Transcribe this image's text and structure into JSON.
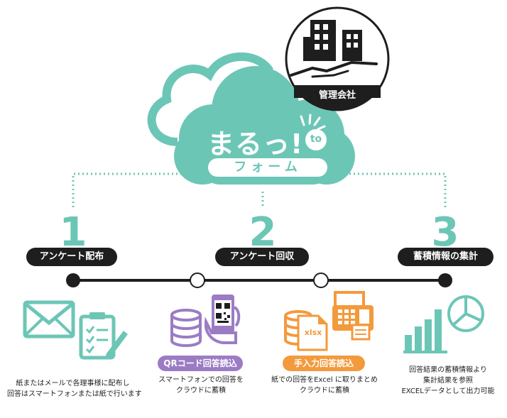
{
  "brand": {
    "logo_main": "まるっ!",
    "logo_to": "to",
    "logo_sub": "フォーム"
  },
  "company": {
    "label": "管理会社"
  },
  "steps": [
    {
      "number": "1",
      "title": "アンケート配布",
      "desc_lines": [
        "紙またはメールで各理事様に配布し",
        "回答はスマートフォンまたは紙で行います"
      ]
    },
    {
      "number": "2",
      "title": "アンケート回収"
    },
    {
      "number": "3",
      "title": "蓄積情報の集計",
      "desc_lines": [
        "回答結果の蓄積情報より",
        "集計結果を参照",
        "EXCELデータとして出力可能"
      ]
    }
  ],
  "methods": [
    {
      "tag": "QRコード回答読込",
      "tag_color": "#9b7cc4",
      "desc_lines": [
        "スマートフォンでの回答を",
        "クラウドに蓄積"
      ]
    },
    {
      "tag": "手入力回答読込",
      "tag_color": "#f39a3c",
      "desc_lines": [
        "紙での回答をExcel に取りまとめ",
        "クラウドに蓄積"
      ]
    }
  ],
  "icons": {
    "xlsx_label": "xlsx"
  },
  "colors": {
    "teal": "#6cc6b6",
    "dark": "#1e1e1e",
    "purple": "#9b7cc4",
    "orange": "#f39a3c"
  }
}
